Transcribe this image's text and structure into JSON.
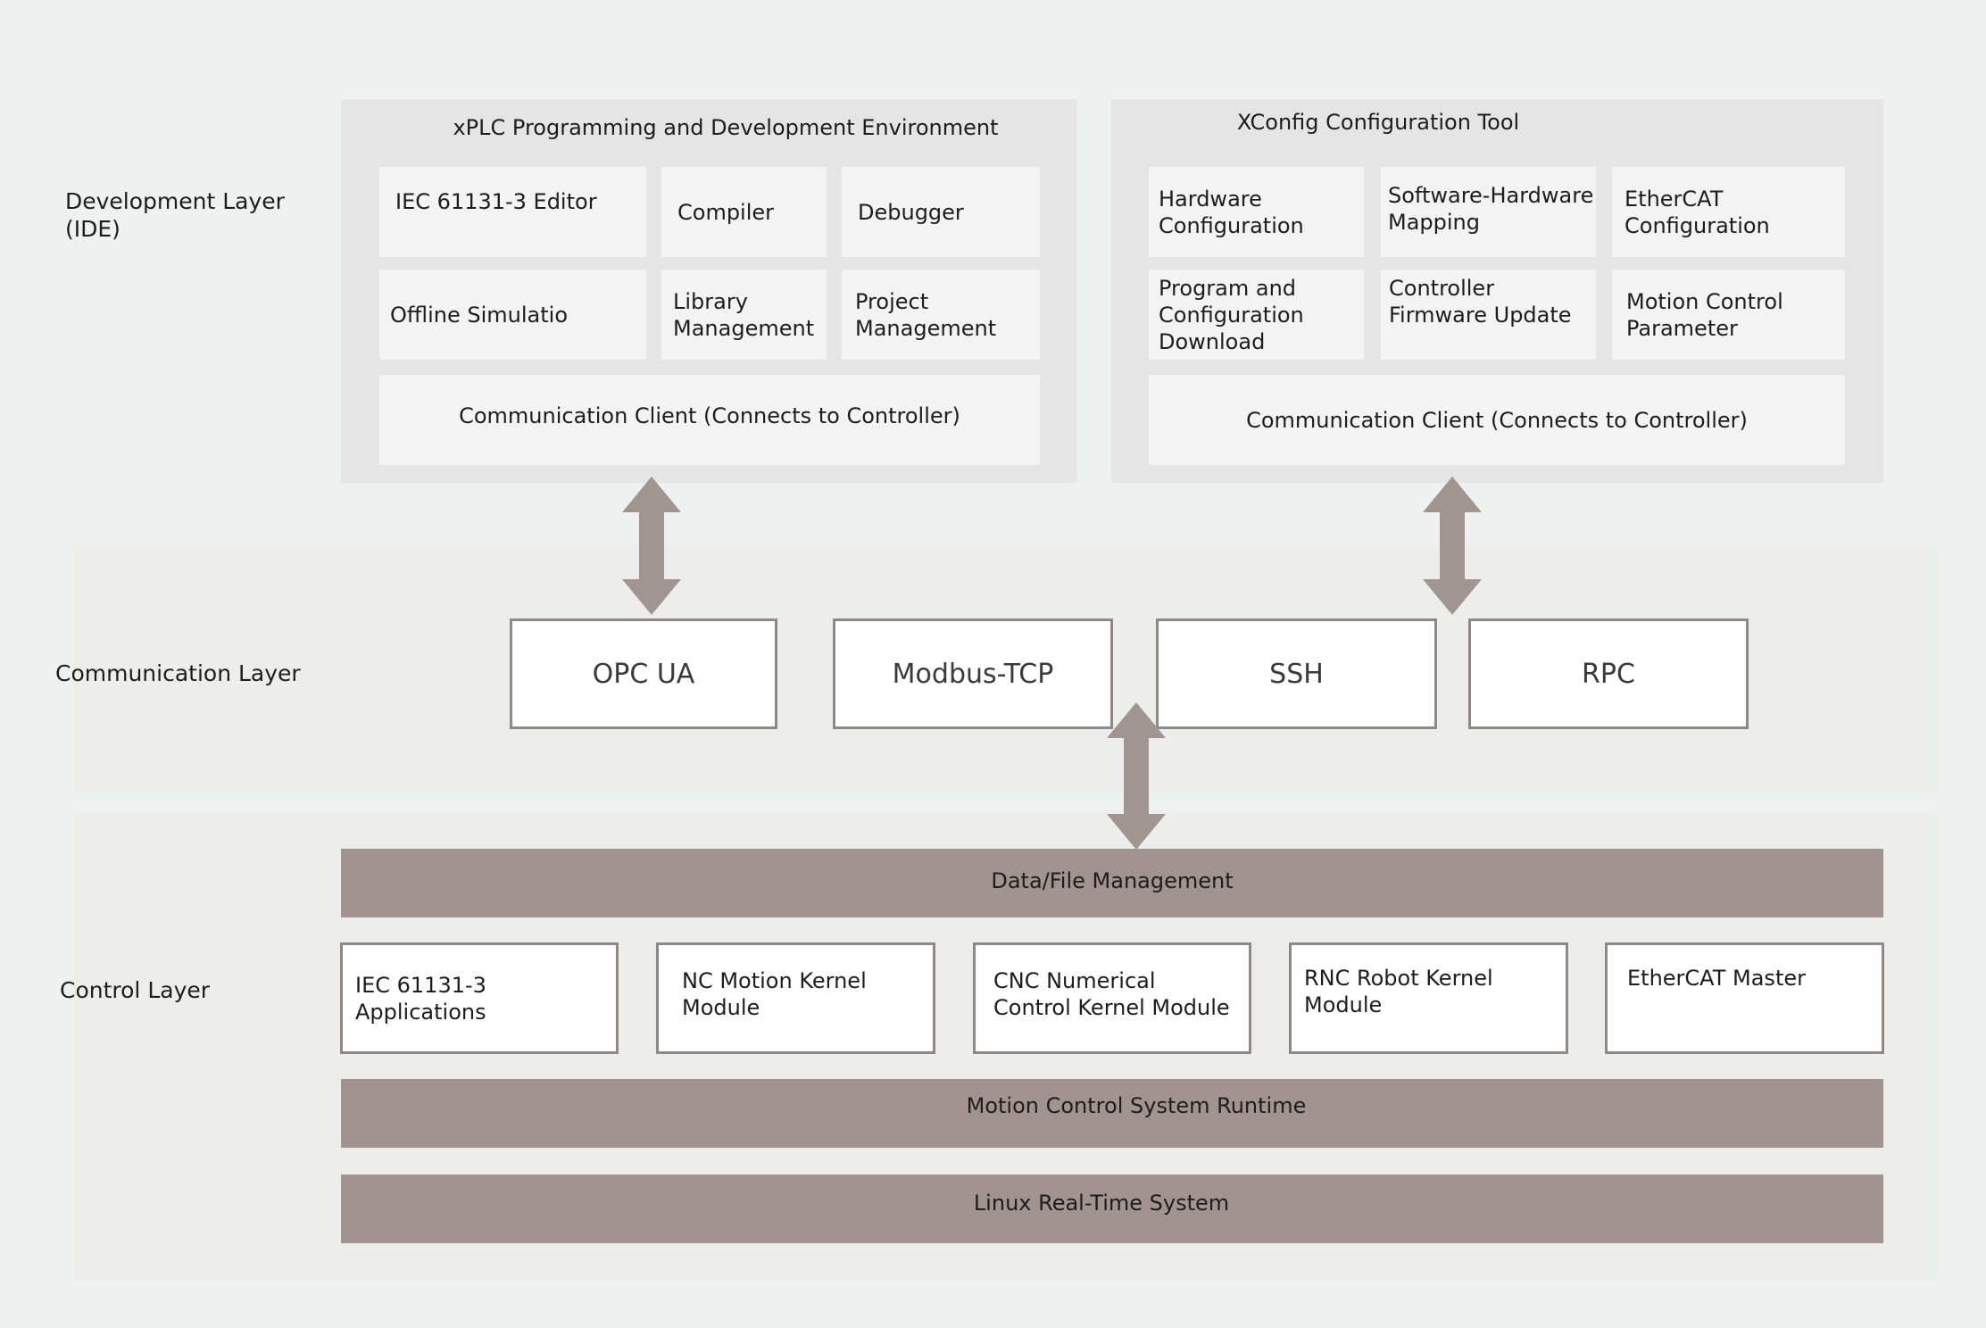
{
  "layers": {
    "development": "Development Layer\n(IDE)",
    "communication": "Communication Layer",
    "control": "Control Layer"
  },
  "xplc": {
    "title": "xPLC Programming and Development Environment",
    "cells": [
      "IEC 61131-3 Editor",
      "Compiler",
      "Debugger",
      "Offline Simulatio",
      "Library\nManagement",
      "Project\nManagement"
    ],
    "client": "Communication Client (Connects to Controller)"
  },
  "xconfig": {
    "title": "XConfig Configuration Tool",
    "cells": [
      "Hardware\nConfiguration",
      "Software-Hardware\nMapping",
      "EtherCAT\nConfiguration",
      "Program and\nConfiguration\nDownload",
      "Controller\nFirmware Update",
      "Motion Control\nParameter"
    ],
    "client": "Communication Client (Connects to Controller)"
  },
  "protocols": [
    "OPC UA",
    "Modbus-TCP",
    "SSH",
    "RPC"
  ],
  "control": {
    "data_bar": "Data/File Management",
    "modules": [
      "IEC 61131-3\nApplications",
      "NC Motion Kernel\nModule",
      "CNC Numerical\nControl Kernel Module",
      "RNC Robot Kernel\nModule",
      "EtherCAT Master"
    ],
    "runtime_bar": "Motion Control System Runtime",
    "os_bar": "Linux Real-Time System"
  },
  "colors": {
    "bar": "#a19390",
    "arrow": "#a09591",
    "border": "#8e8886"
  }
}
